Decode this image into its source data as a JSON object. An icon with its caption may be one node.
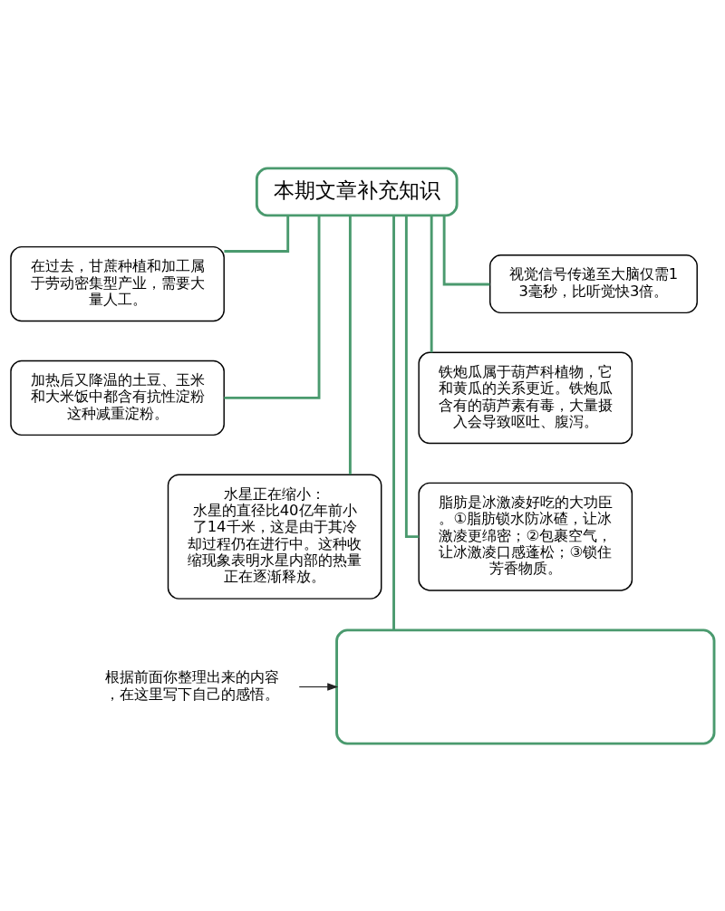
{
  "diagram": {
    "nodes": [
      {
        "text": [
          "本期文章补充知识"
        ]
      },
      {
        "text": [
          "在过去，甘蔗种植和加工属于劳动密集型产业，需要大量人工。"
        ]
      },
      {
        "text": [
          "视觉信号传递至大脑仅需13毫秒，比听觉快3倍。"
        ]
      },
      {
        "text": [
          "加热后又降温的土豆、玉米和大米饭中都含有抗性淀粉这种减重淀粉。"
        ]
      },
      {
        "text": [
          "铁炮瓜属于葫芦科植物，它和黄瓜的关系更近。铁炮瓜含有的葫芦素有毒，大量摄入会导致呕吐、腹泻。"
        ]
      },
      {
        "text": [
          "水星正在缩小：",
          "水星的直径比40亿年前小了14千米，这是由于其冷却过程仍在进行中。这种收缩现象表明水星内部的热量正在逐渐释放。"
        ]
      },
      {
        "text": [
          "脂肪是冰激凌好吃的大功臣。①脂肪锁水防冰碴，让冰激凌更绵密；②包裹空气，让冰激凌口感蓬松；③锁住芳香物质。"
        ]
      },
      {
        "text": [],
        "shape": "box"
      },
      {
        "text": [
          "根据前面你整理出来的内容，在这里写下自己的感悟。"
        ]
      }
    ],
    "edges": [
      {
        "from": 0,
        "to": 1,
        "arrow": "none"
      },
      {
        "from": 0,
        "to": 2,
        "arrow": "none"
      },
      {
        "from": 0,
        "to": 3,
        "arrow": "none"
      },
      {
        "from": 0,
        "to": 4,
        "arrow": "none"
      },
      {
        "from": 0,
        "to": 5,
        "arrow": "none"
      },
      {
        "from": 0,
        "to": 6,
        "arrow": "none"
      },
      {
        "from": 0,
        "to": 7,
        "arrow": "none"
      },
      {
        "from": 8,
        "to": 7,
        "arrow": "to",
        "color": "#222222"
      }
    ]
  }
}
